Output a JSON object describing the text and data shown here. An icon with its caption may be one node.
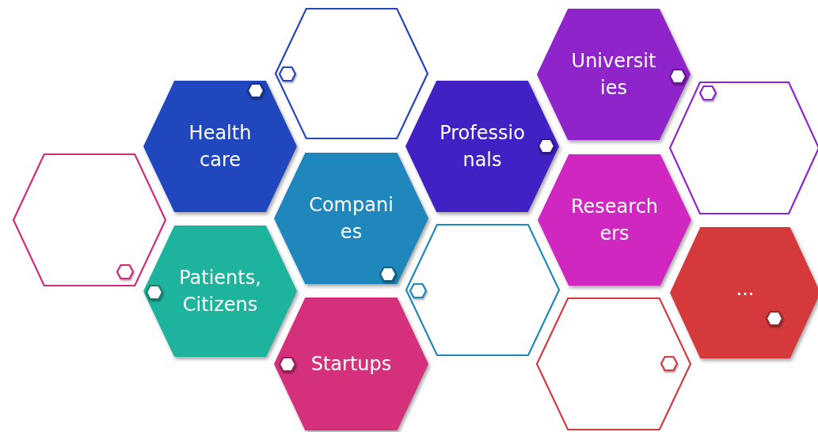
{
  "diagram": {
    "nodes": [
      {
        "text": [],
        "shape": "hexagon"
      },
      {
        "text": [
          "Universit ies"
        ]
      },
      {
        "text": [
          "Health care"
        ]
      },
      {
        "text": [
          "Professio nals"
        ]
      },
      {
        "text": [],
        "shape": "hexagon"
      },
      {
        "text": [],
        "shape": "hexagon"
      },
      {
        "text": [
          "Compani es"
        ]
      },
      {
        "text": [
          "Research ers"
        ]
      },
      {
        "text": [
          "Patients, Citizens"
        ]
      },
      {
        "text": [],
        "shape": "hexagon"
      },
      {
        "text": [
          "..."
        ]
      },
      {
        "text": [
          "Startups"
        ]
      },
      {
        "text": [],
        "shape": "hexagon"
      }
    ]
  }
}
